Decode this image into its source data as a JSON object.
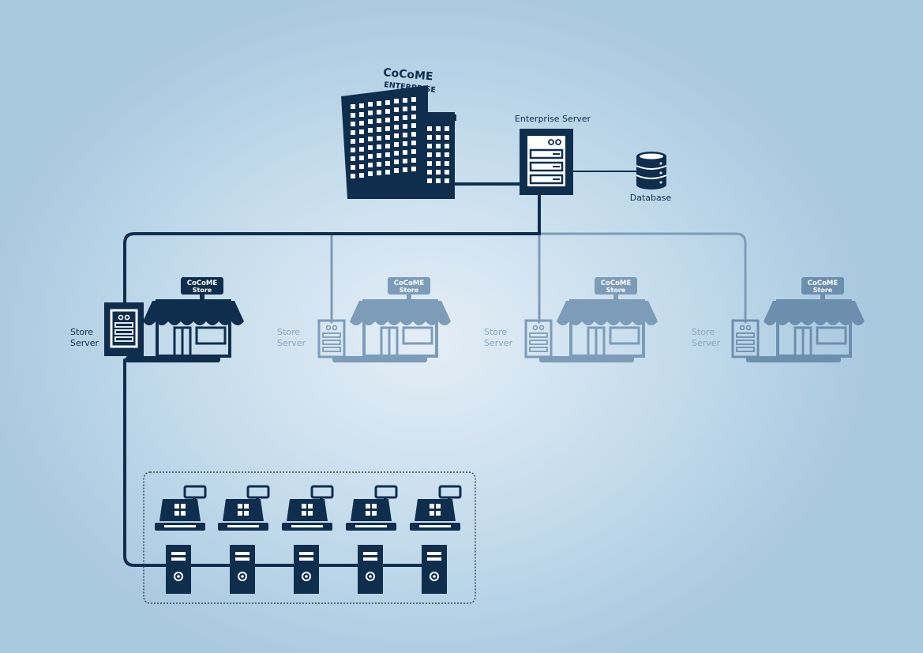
{
  "enterprise": {
    "logo_line1": "CoCoME",
    "logo_line2": "ENTERPRISE",
    "server_label": "Enterprise Server",
    "database_label": "Database"
  },
  "stores": [
    {
      "sign_line1": "CoCoME",
      "sign_line2": "Store",
      "server_label_line1": "Store",
      "server_label_line2": "Server"
    },
    {
      "sign_line1": "CoCoME",
      "sign_line2": "Store",
      "server_label_line1": "Store",
      "server_label_line2": "Server"
    },
    {
      "sign_line1": "CoCoME",
      "sign_line2": "Store",
      "server_label_line1": "Store",
      "server_label_line2": "Server"
    },
    {
      "sign_line1": "CoCoME",
      "sign_line2": "Store",
      "server_label_line1": "Store",
      "server_label_line2": "Server"
    }
  ],
  "colors": {
    "primary": "#0f2e4e",
    "faded": "#7c9cb8",
    "faded_text": "#8aa6bf",
    "background": "#c5dcec"
  },
  "icons": [
    "building-icon",
    "server-icon",
    "database-icon",
    "store-icon",
    "cash-register-icon",
    "pc-tower-icon"
  ]
}
